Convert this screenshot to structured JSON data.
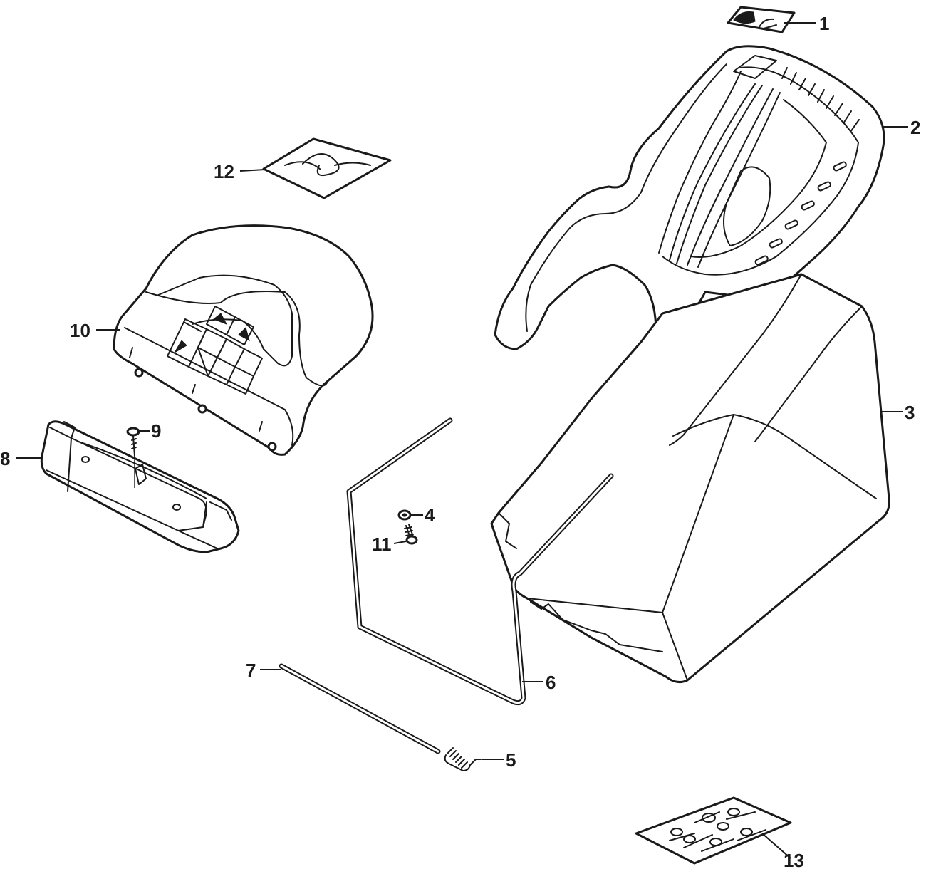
{
  "diagram": {
    "callouts": [
      {
        "id": "1",
        "part": "label-decal"
      },
      {
        "id": "2",
        "part": "grass-box-lid"
      },
      {
        "id": "3",
        "part": "grass-bag"
      },
      {
        "id": "4",
        "part": "washer"
      },
      {
        "id": "5",
        "part": "spring"
      },
      {
        "id": "6",
        "part": "wire-frame"
      },
      {
        "id": "7",
        "part": "rod"
      },
      {
        "id": "8",
        "part": "handle"
      },
      {
        "id": "9",
        "part": "screw"
      },
      {
        "id": "10",
        "part": "rear-flap-cover"
      },
      {
        "id": "11",
        "part": "screw"
      },
      {
        "id": "12",
        "part": "manual-pouch"
      },
      {
        "id": "13",
        "part": "hardware-bag"
      }
    ]
  }
}
